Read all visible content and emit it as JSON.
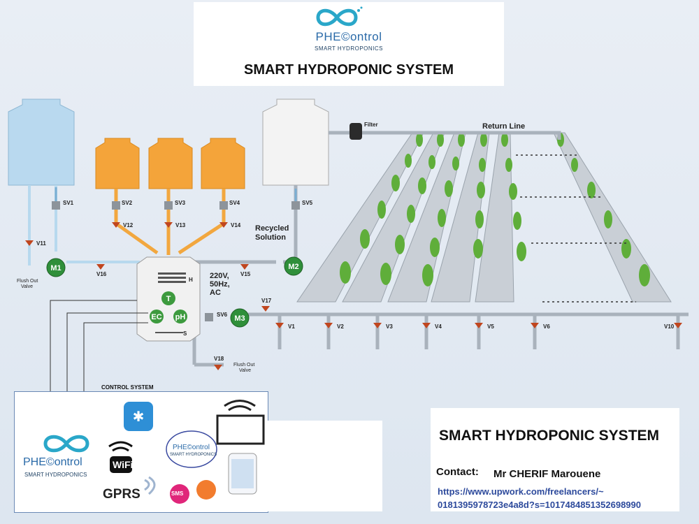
{
  "header": {
    "brand_name": "PHE©ontrol",
    "brand_tagline": "SMART HYDROPONICS",
    "title": "SMART HYDROPONIC SYSTEM"
  },
  "diagram": {
    "valves": [
      "SV1",
      "SV2",
      "SV3",
      "SV4",
      "SV5",
      "SV6",
      "V11",
      "V12",
      "V13",
      "V14",
      "V15",
      "V16",
      "V17",
      "V18",
      "V1",
      "V2",
      "V3",
      "V4",
      "V5",
      "V6",
      "V10"
    ],
    "motors": [
      "M1",
      "M2",
      "M3"
    ],
    "sensors": [
      "T",
      "EC",
      "pH"
    ],
    "heater_label": "H",
    "stirrer_label": "S",
    "power_text": [
      "220V,",
      "50Hz,",
      "AC"
    ],
    "filter": "Filter",
    "return_line": "Return Line",
    "recycled": [
      "Recycled",
      "Solution"
    ],
    "flush_out_1": [
      "Flush Out",
      "Valve"
    ],
    "flush_out_2": [
      "Flush Out",
      "Valve"
    ],
    "control_system": "CONTROL SYSTEM"
  },
  "control_panel": {
    "brand_name": "PHE©ontrol",
    "brand_tagline": "SMART HYDROPONICS",
    "badge_name": "PHE©ontrol",
    "badge_tagline": "SMART HYDROPONICS",
    "wifi_text": "WiFi",
    "gprs": "GPRS",
    "sms": "SMS"
  },
  "info": {
    "title": "SMART HYDROPONIC SYSTEM",
    "contact_label": "Contact:",
    "contact_name": "Mr CHERIF Marouene",
    "url_line1": "https://www.upwork.com/freelancers/~",
    "url_line2": "0181395978723e4a8d?s=1017484851352698990"
  },
  "colors": {
    "nutrient_tank": "#f4a43a",
    "water_tank": "#b9d9ef",
    "motor": "#2f8f3a",
    "valve": "#c0461f",
    "pipe": "#a9b2bc",
    "accent_blue": "#2d4a9c"
  }
}
